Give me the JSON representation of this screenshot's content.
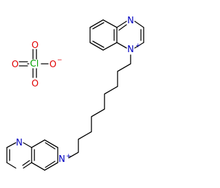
{
  "molecule": {
    "top_quinoxaline": {
      "n_top": "N",
      "n_bottom": "N",
      "n_bottom_charge": "+"
    },
    "bottom_quinoxaline": {
      "n_top": "N",
      "n_bottom": "N",
      "n_bottom_charge": "+"
    },
    "perchlorate": {
      "o_left": "O",
      "o_top": "O",
      "o_bottom": "O",
      "o_right": "O",
      "o_right_charge": "−",
      "cl": "Cl"
    }
  },
  "colors": {
    "bond": "#000000",
    "nitrogen": "#0000c0",
    "oxygen": "#e00000",
    "chlorine": "#00a000"
  }
}
